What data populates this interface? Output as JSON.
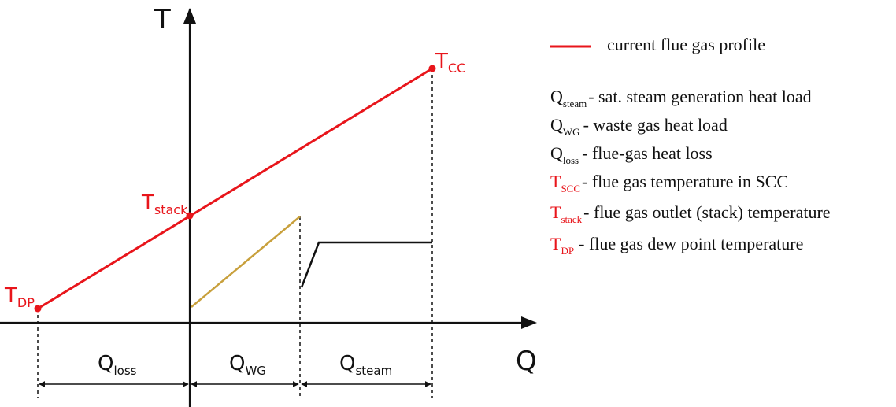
{
  "axes": {
    "y_label": "T",
    "x_label": "Q"
  },
  "points": {
    "t_dp": {
      "main": "T",
      "sub": "DP"
    },
    "t_stack": {
      "main": "T",
      "sub": "stack"
    },
    "t_cc": {
      "main": "T",
      "sub": "CC"
    }
  },
  "intervals": {
    "q_loss": {
      "main": "Q",
      "sub": "loss"
    },
    "q_wg": {
      "main": "Q",
      "sub": "WG"
    },
    "q_steam": {
      "main": "Q",
      "sub": "steam"
    }
  },
  "legend": {
    "line_entry": "current flue gas profile",
    "items": [
      {
        "sym": "Q",
        "sub": "steam",
        "desc": "- sat. steam generation heat load"
      },
      {
        "sym": "Q",
        "sub": "WG",
        "desc": "- waste gas heat load"
      },
      {
        "sym": "Q",
        "sub": "loss",
        "desc": "- flue-gas heat loss"
      },
      {
        "sym": "T",
        "sub": "SCC",
        "desc": "- flue gas temperature in SCC"
      },
      {
        "sym": "T",
        "sub": "stack",
        "desc": "- flue gas outlet (stack) temperature"
      },
      {
        "sym": "T",
        "sub": "DP",
        "desc": "- flue gas dew point temperature"
      }
    ]
  },
  "colors": {
    "flue_gas": "#e8151b",
    "waste_gas": "#c8a03c",
    "steam": "#111111",
    "axis": "#111111",
    "text": "#111111"
  }
}
